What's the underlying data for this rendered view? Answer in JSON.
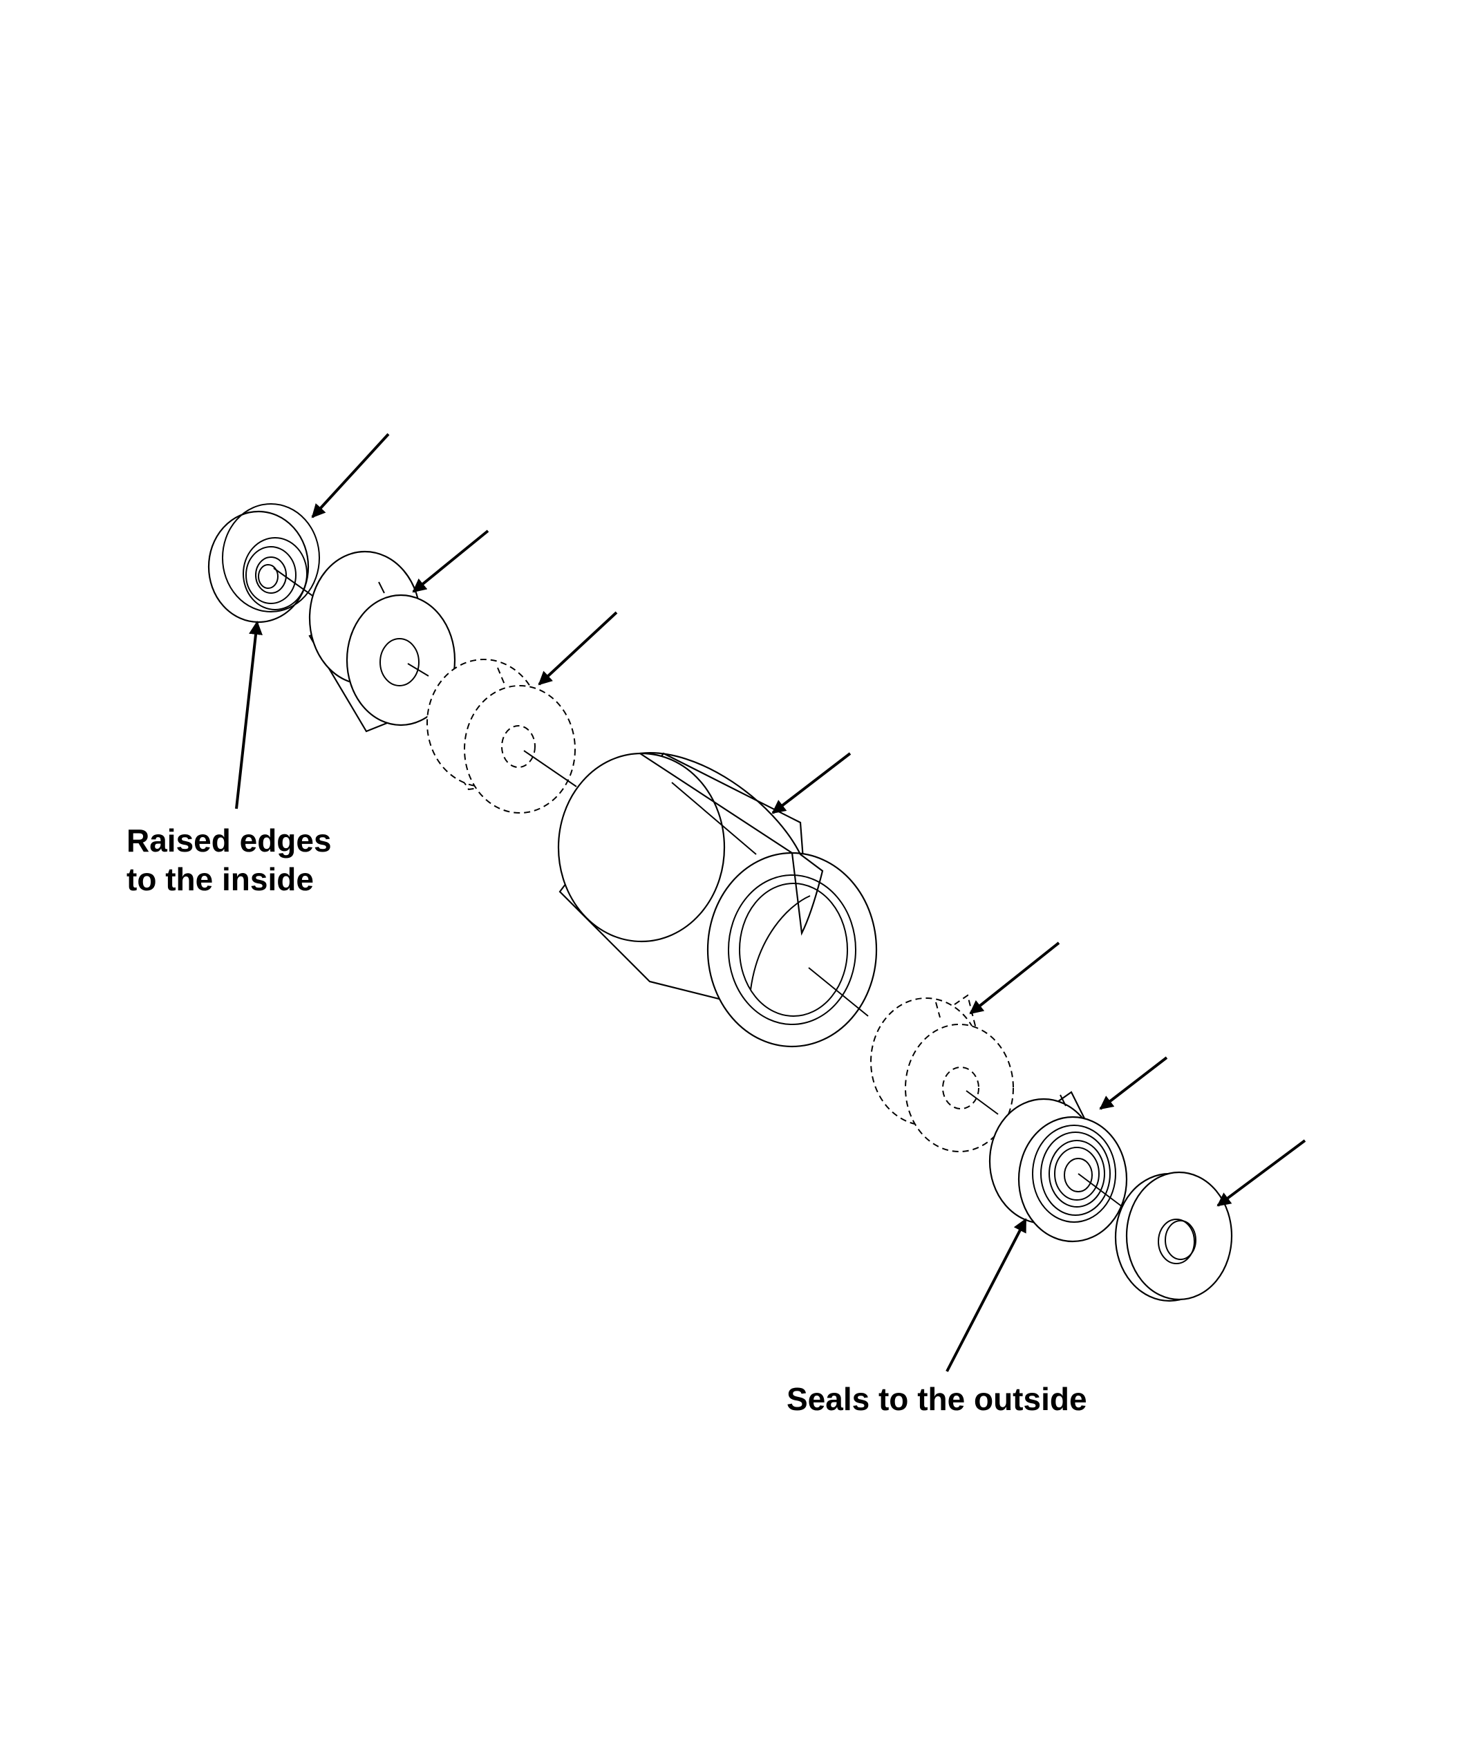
{
  "callouts": {
    "raised_edges": {
      "line1": "Raised edges",
      "line2": "to the inside"
    },
    "seals": {
      "line1": "Seals to the outside"
    }
  }
}
